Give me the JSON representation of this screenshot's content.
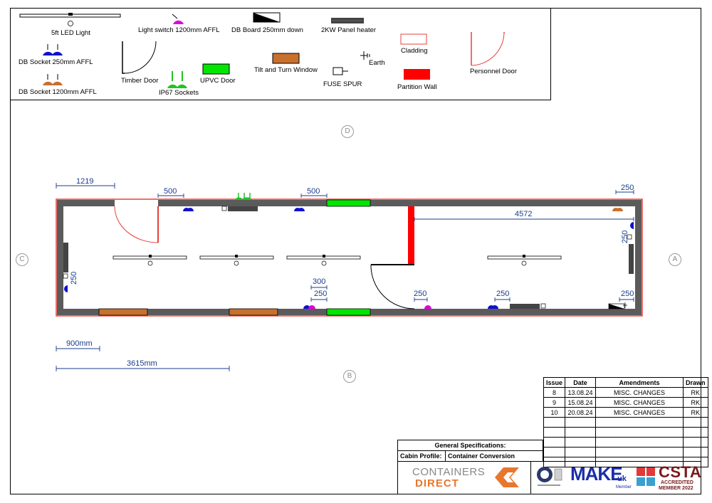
{
  "legend": {
    "led_light": "5ft LED Light",
    "light_switch": "Light switch 1200mm AFFL",
    "db_board": "DB Board 250mm down",
    "panel_heater": "2KW Panel heater",
    "db_socket_250": "DB Socket 250mm AFFL",
    "db_socket_1200": "DB Socket 1200mm AFFL",
    "timber_door": "Timber Door",
    "ip67_sockets": "IP67 Sockets",
    "upvc_door": "UPVC Door",
    "tilt_turn_window": "Tilt and Turn Window",
    "earth": "Earth",
    "fuse_spur": "FUSE SPUR",
    "cladding": "Cladding",
    "partition_wall": "Partition Wall",
    "personnel_door": "Personnel Door"
  },
  "elevations": {
    "top": "D",
    "bottom": "B",
    "left": "C",
    "right": "A"
  },
  "dimensions": {
    "d1219": "1219",
    "d500a": "500",
    "d500b": "500",
    "d250_tr": "250",
    "d4572": "4572",
    "d250_rv": "250",
    "d250_lv": "250",
    "d300": "300",
    "d250_b1": "250",
    "d250_b2": "250",
    "d250_b3": "250",
    "d250_b4": "250",
    "scale_900": "900mm",
    "scale_3615": "3615mm"
  },
  "amendments": {
    "headers": [
      "Issue",
      "Date",
      "Amendments",
      "Drawn"
    ],
    "rows": [
      [
        "8",
        "13.08.24",
        "MISC. CHANGES",
        "RK"
      ],
      [
        "9",
        "15.08.24",
        "MISC. CHANGES",
        "RK"
      ],
      [
        "10",
        "20.08.24",
        "MISC. CHANGES",
        "RK"
      ]
    ]
  },
  "spec": {
    "heading": "General Specifications:",
    "profile_label": "Cabin Profile:",
    "profile_value": "Container Conversion"
  },
  "logos": {
    "containers": "CONTAINERS",
    "direct": "DIRECT",
    "make": "MAKE",
    "make_uk": "uk",
    "make_member": "Member",
    "csta": "CSTA",
    "csta_line1": "ACCREDITED",
    "csta_line2": "MEMBER 2022"
  },
  "colors": {
    "wall": "#5b5b5b",
    "cladding": "#e8403a",
    "partition": "#ff0000",
    "upvc": "#00e600",
    "window": "#c8702e",
    "socket_blue": "#1010d0",
    "socket_orange": "#c8702e",
    "switch": "#e000e0",
    "ip67": "#22c422",
    "dim": "#1a3c8c"
  }
}
